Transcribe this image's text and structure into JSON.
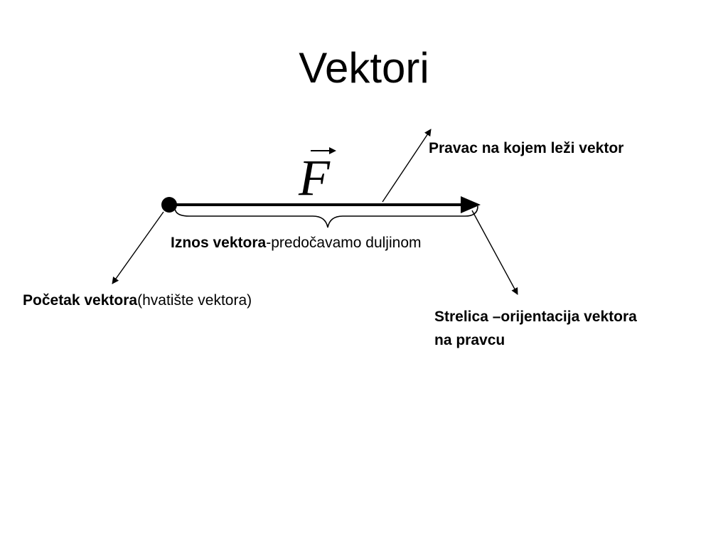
{
  "slide": {
    "title": "Vektori"
  },
  "vector_symbol": "F",
  "labels": {
    "direction": {
      "bold": "Pravac na kojem leži vektor"
    },
    "magnitude": {
      "bold": "Iznos vektora",
      "normal": "-predočavamo duljinom"
    },
    "origin": {
      "bold": "Početak vektora",
      "normal": "(hvatište vektora)"
    },
    "arrowhead": {
      "line1": "Strelica –orijentacija vektora",
      "line2": "na pravcu"
    }
  }
}
